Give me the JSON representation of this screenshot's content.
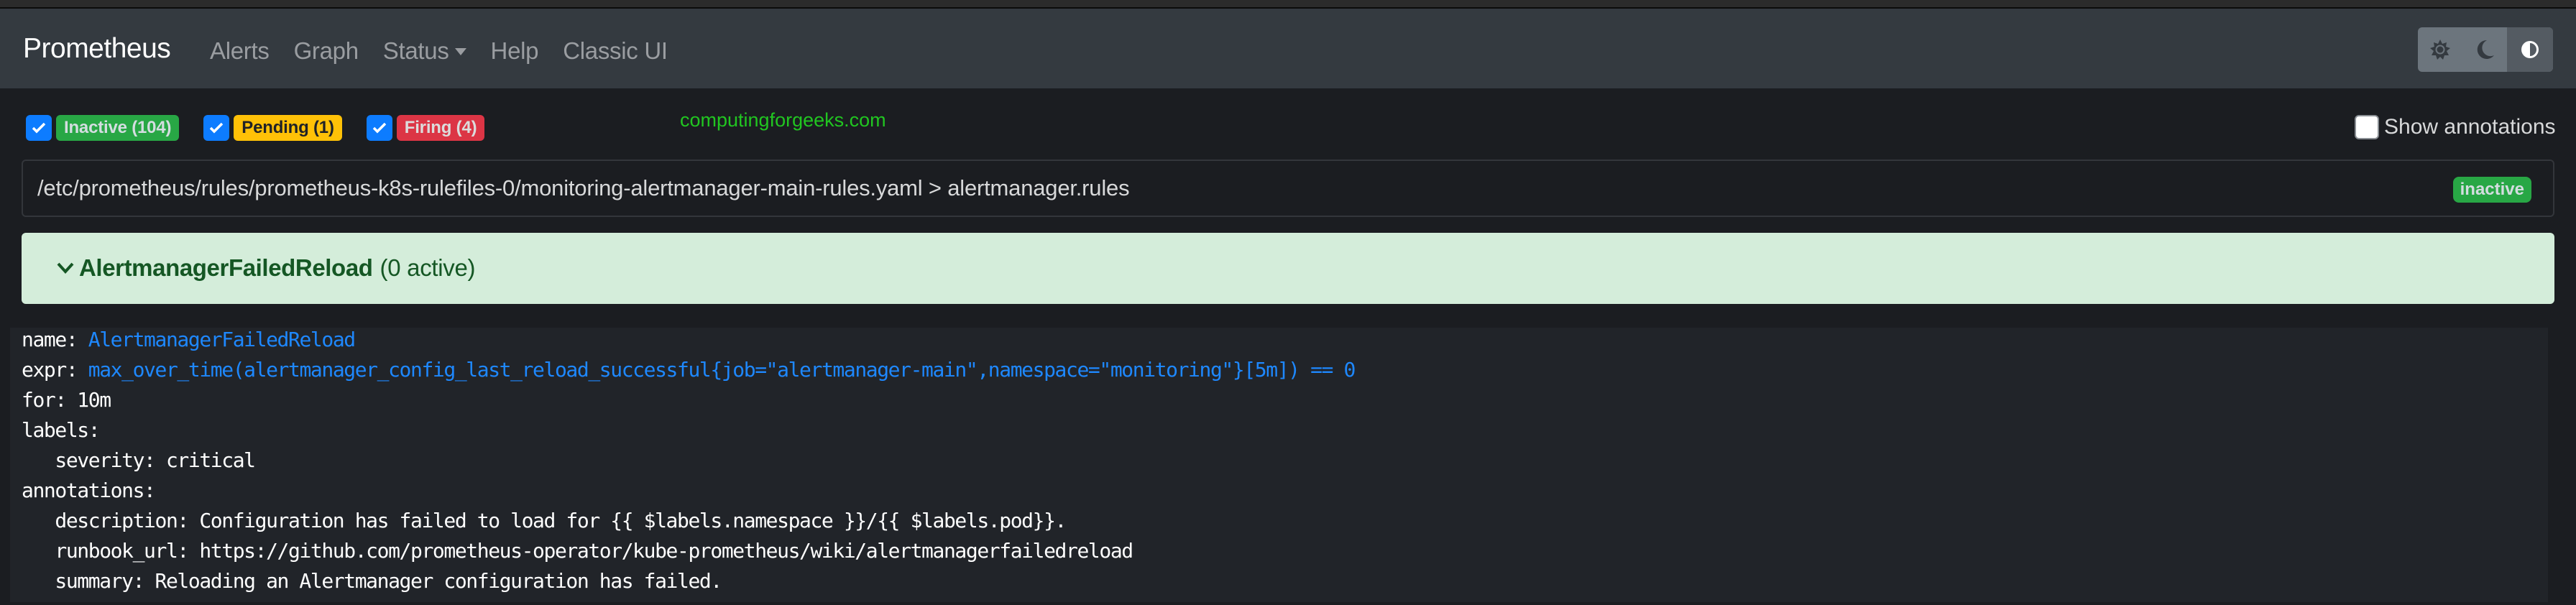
{
  "navbar": {
    "brand": "Prometheus",
    "links": [
      {
        "label": "Alerts"
      },
      {
        "label": "Graph"
      },
      {
        "label": "Status",
        "has_dropdown": true
      },
      {
        "label": "Help"
      },
      {
        "label": "Classic UI"
      }
    ],
    "theme_toggle": {
      "options": [
        "light-icon",
        "dark-icon",
        "browser-default-icon"
      ],
      "active": "browser-default-icon"
    }
  },
  "filters": [
    {
      "label": "Inactive (104)",
      "checked": true,
      "color": "#28a745"
    },
    {
      "label": "Pending (1)",
      "checked": true,
      "color": "#ffc107"
    },
    {
      "label": "Firing (4)",
      "checked": true,
      "color": "#dc3545"
    }
  ],
  "watermark": "computingforgeeks.com",
  "show_annotations": {
    "label": "Show annotations",
    "checked": false
  },
  "rule_group": {
    "path": "/etc/prometheus/rules/prometheus-k8s-rulefiles-0/monitoring-alertmanager-main-rules.yaml > alertmanager.rules",
    "state": "inactive"
  },
  "rule": {
    "name": "AlertmanagerFailedReload",
    "active_count": "(0 active)",
    "yaml": {
      "name_key": "name: ",
      "name_val": "AlertmanagerFailedReload",
      "expr_key": "expr: ",
      "expr_val": "max_over_time(alertmanager_config_last_reload_successful{job=\"alertmanager-main\",namespace=\"monitoring\"}[5m]) == 0",
      "for_line": "for: 10m",
      "labels_line": "labels:",
      "severity_line": "   severity: critical",
      "annotations_line": "annotations:",
      "description_line": "   description: Configuration has failed to load for {{ $labels.namespace }}/{{ $labels.pod}}.",
      "runbook_line": "   runbook_url: https://github.com/prometheus-operator/kube-prometheus/wiki/alertmanagerfailedreload",
      "summary_line": "   summary: Reloading an Alertmanager configuration has failed."
    }
  },
  "colors": {
    "navbar_bg": "#343a40",
    "page_bg": "#1b1d21",
    "accent_blue": "#0d7cff",
    "rule_header_bg": "#d4edda",
    "rule_header_text": "#155724",
    "yaml_value": "#1e88ff"
  }
}
